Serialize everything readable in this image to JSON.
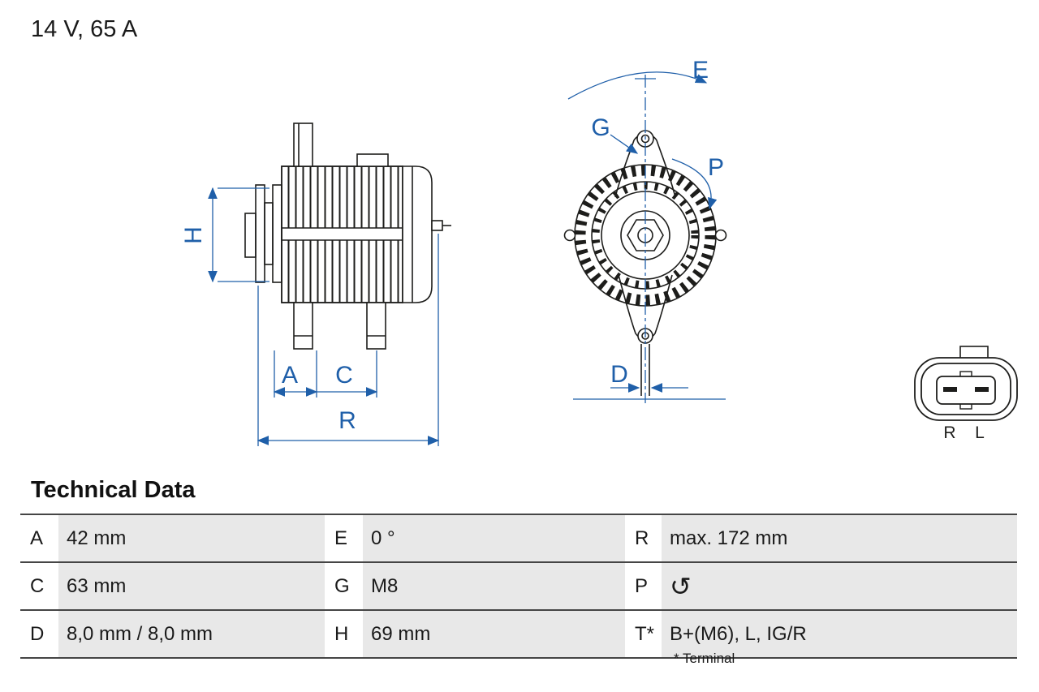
{
  "header": {
    "rating": "14 V, 65 A"
  },
  "diagram": {
    "dimension_labels": {
      "H": "H",
      "A": "A",
      "C": "C",
      "R": "R",
      "E": "E",
      "G": "G",
      "P": "P",
      "D": "D"
    },
    "connector": {
      "left_pin_label": "R",
      "right_pin_label": "L"
    },
    "colors": {
      "dimension_blue": "#1f5fa9",
      "line_black": "#1d1d1b",
      "row_gray": "#e8e8e8"
    }
  },
  "technical_data": {
    "title": "Technical Data",
    "rows": [
      {
        "cells": [
          {
            "key": "A",
            "value": "42 mm"
          },
          {
            "key": "E",
            "value": "0 °"
          },
          {
            "key": "R",
            "value": "max. 172 mm"
          }
        ]
      },
      {
        "cells": [
          {
            "key": "C",
            "value": "63 mm"
          },
          {
            "key": "G",
            "value": "M8"
          },
          {
            "key": "P",
            "value": "↺",
            "icon": "rotation-direction-icon"
          }
        ]
      },
      {
        "cells": [
          {
            "key": "D",
            "value": "8,0 mm / 8,0 mm"
          },
          {
            "key": "H",
            "value": "69 mm"
          },
          {
            "key": "T*",
            "value": "B+(M6), L, IG/R"
          }
        ]
      }
    ],
    "footnote": "* Terminal"
  }
}
